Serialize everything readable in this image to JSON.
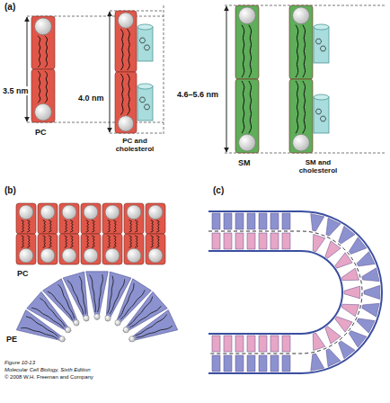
{
  "diagram": {
    "labels": [
      "(a)",
      "3.5 nm",
      "4.0 nm",
      "4.6–5.6 nm",
      "PC",
      "PC and cholesterol",
      "SM",
      "SM and cholesterol",
      "(b)",
      "(c)",
      "PC",
      "PE",
      "Figure 10-13",
      "Molecular Cell Biology, Sixth Edition",
      "© 2008 W.H. Freeman and Company"
    ]
  }
}
